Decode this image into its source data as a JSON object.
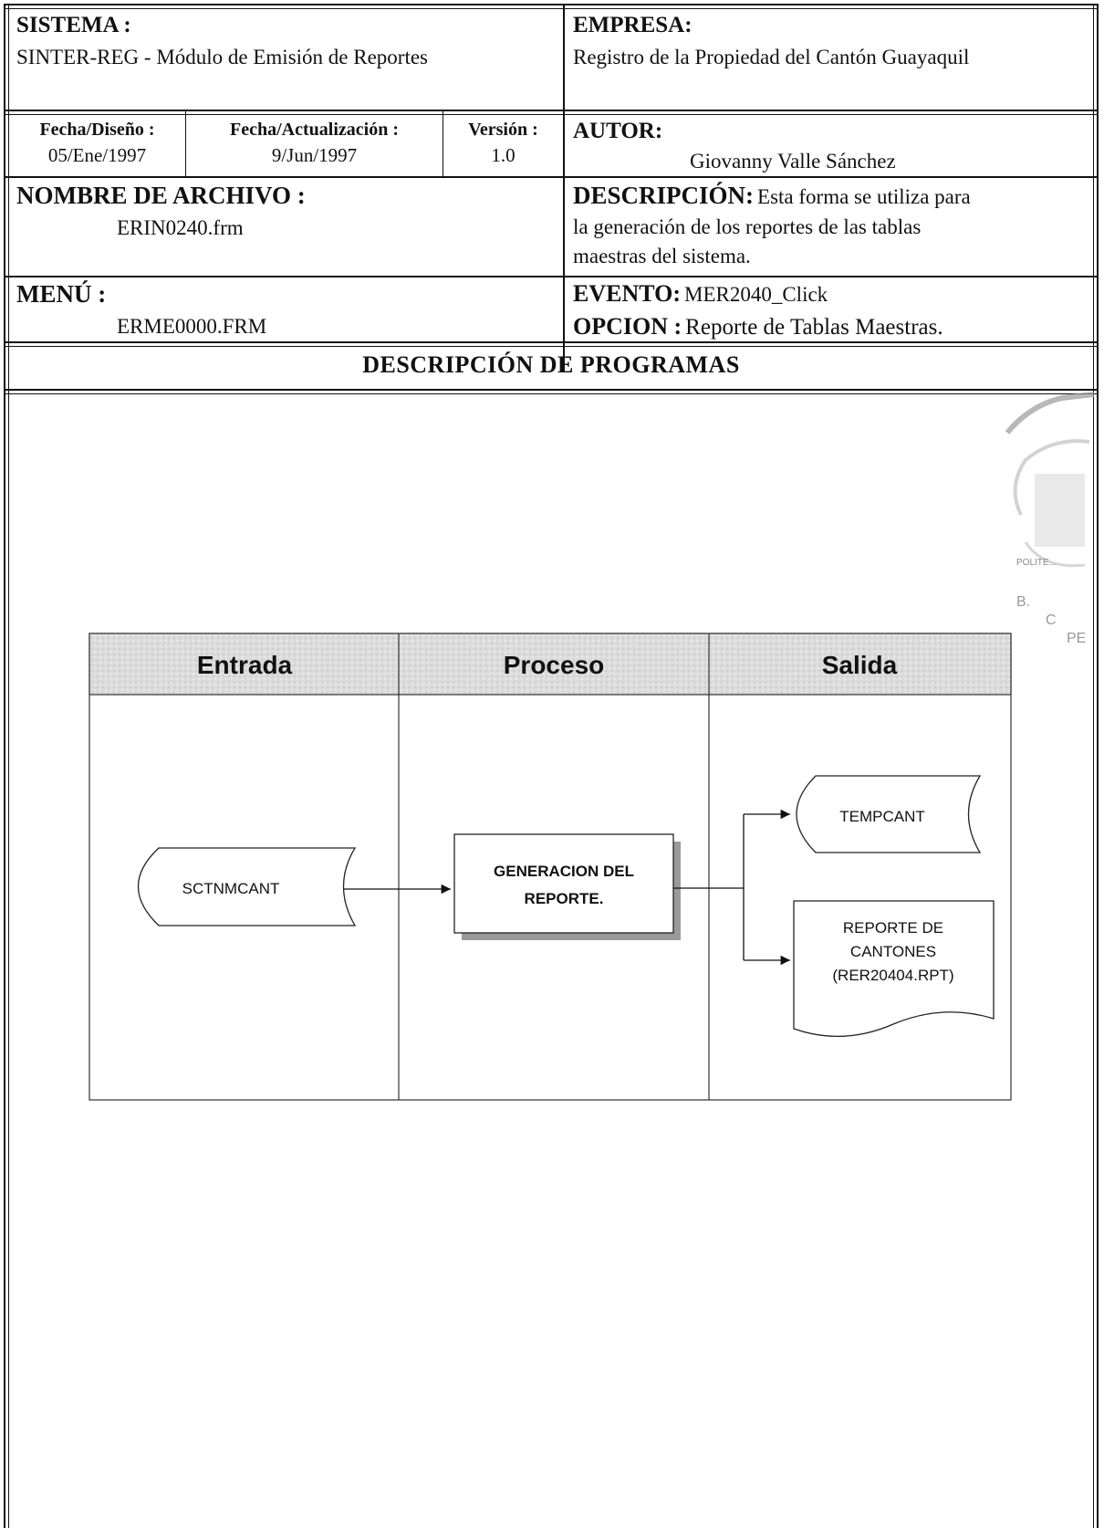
{
  "header": {
    "sistema_label": "SISTEMA :",
    "sistema_value": "SINTER-REG - Módulo de Emisión de Reportes",
    "empresa_label": "EMPRESA:",
    "empresa_value": "Registro de la Propiedad del Cantón Guayaquil",
    "fecha_diseno_label": "Fecha/Diseño :",
    "fecha_diseno_value": "05/Ene/1997",
    "fecha_actualizacion_label": "Fecha/Actualización :",
    "fecha_actualizacion_value": "9/Jun/1997",
    "version_label": "Versión :",
    "version_value": "1.0",
    "autor_label": "AUTOR:",
    "autor_value": "Giovanny Valle Sánchez",
    "nombre_archivo_label": "NOMBRE DE ARCHIVO :",
    "nombre_archivo_value": "ERIN0240.frm",
    "descripcion_label": "DESCRIPCIÓN:",
    "descripcion_value_line1": "Esta forma se utiliza para",
    "descripcion_value_line2": "la generación de los reportes de las tablas",
    "descripcion_value_line3": "maestras del sistema.",
    "menu_label": "MENÚ :",
    "menu_value": "ERME0000.FRM",
    "evento_label": "EVENTO:",
    "evento_value": "MER2040_Click",
    "opcion_label": "OPCION :",
    "opcion_value": "Reporte de Tablas Maestras."
  },
  "section": {
    "title": "DESCRIPCIÓN DE PROGRAMAS"
  },
  "diagram": {
    "columns": [
      "Entrada",
      "Proceso",
      "Salida"
    ],
    "input_file": "SCTNMCANT",
    "process_line1": "GENERACION DEL",
    "process_line2": "REPORTE.",
    "output_file": "TEMPCANT",
    "report_line1": "REPORTE DE",
    "report_line2": "CANTONES",
    "report_line3": "(RER20404.RPT)"
  },
  "colors": {
    "ink": "#111111",
    "header_band": "#d8d8d8",
    "shadow": "#9a9a9a"
  }
}
